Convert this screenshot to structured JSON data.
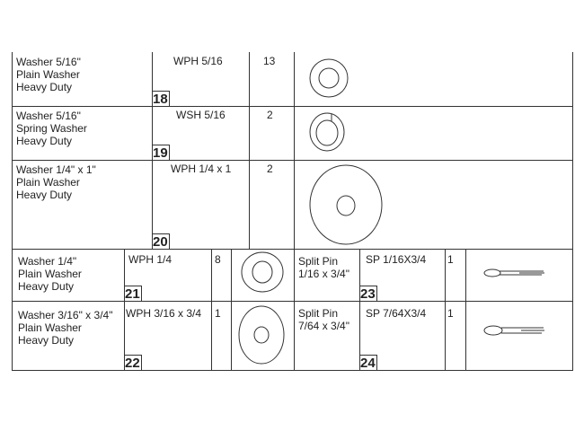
{
  "parts": [
    {
      "id": "18",
      "desc": "Washer 5/16\"\nPlain Washer\nHeavy Duty",
      "code": "WPH 5/16",
      "qty": "13",
      "icon": "plain-washer"
    },
    {
      "id": "19",
      "desc": "Washer 5/16\"\nSpring Washer\nHeavy Duty",
      "code": "WSH 5/16",
      "qty": "2",
      "icon": "spring-washer"
    },
    {
      "id": "20",
      "desc": "Washer 1/4\" x 1\"\nPlain Washer\nHeavy Duty",
      "code": "WPH 1/4 x 1",
      "qty": "2",
      "icon": "plain-washer"
    },
    {
      "id": "21",
      "desc": "Washer 1/4\"\nPlain Washer\nHeavy Duty",
      "code": "WPH 1/4",
      "qty": "8",
      "icon": "plain-washer"
    },
    {
      "id": "22",
      "desc": "Washer 3/16\" x 3/4\"\nPlain Washer\nHeavy Duty",
      "code": "WPH 3/16 x 3/4",
      "qty": "1",
      "icon": "plain-washer"
    },
    {
      "id": "23",
      "desc": "Split Pin\n1/16 x 3/4\"",
      "code": "SP 1/16X3/4",
      "qty": "1",
      "icon": "split-pin"
    },
    {
      "id": "24",
      "desc": "Split Pin\n7/64 x 3/4\"",
      "code": "SP 7/64X3/4",
      "qty": "1",
      "icon": "split-pin"
    }
  ]
}
